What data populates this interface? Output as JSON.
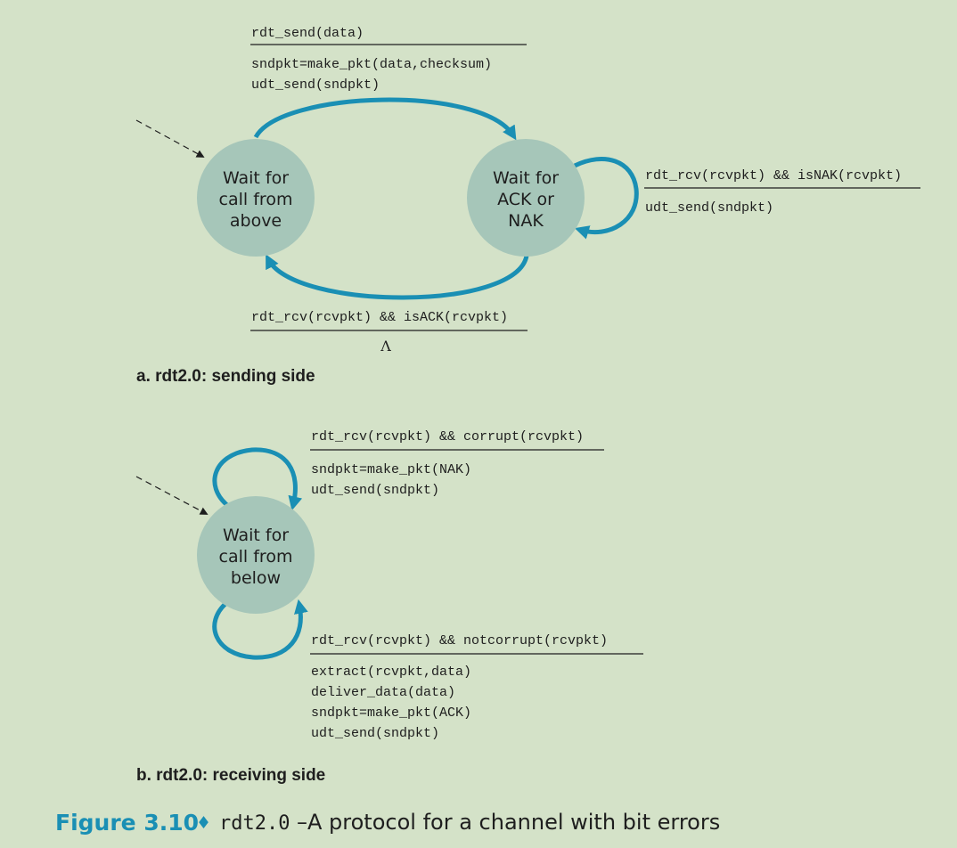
{
  "sending_side": {
    "states": {
      "wait_call_above": [
        "Wait for",
        "call from",
        "above"
      ],
      "wait_ack_nak": [
        "Wait for",
        "ACK or",
        "NAK"
      ]
    },
    "transitions": {
      "send": {
        "event": "rdt_send(data)",
        "actions": [
          "sndpkt=make_pkt(data,checksum)",
          "udt_send(sndpkt)"
        ]
      },
      "nak": {
        "event": "rdt_rcv(rcvpkt) && isNAK(rcvpkt)",
        "actions": [
          "udt_send(sndpkt)"
        ]
      },
      "ack": {
        "event": "rdt_rcv(rcvpkt) && isACK(rcvpkt)",
        "actions": [
          "Λ"
        ]
      }
    },
    "caption": "a.  rdt2.0: sending side"
  },
  "receiving_side": {
    "states": {
      "wait_call_below": [
        "Wait for",
        "call from",
        "below"
      ]
    },
    "transitions": {
      "corrupt": {
        "event": "rdt_rcv(rcvpkt) && corrupt(rcvpkt)",
        "actions": [
          "sndpkt=make_pkt(NAK)",
          "udt_send(sndpkt)"
        ]
      },
      "notcorrupt": {
        "event": "rdt_rcv(rcvpkt) && notcorrupt(rcvpkt)",
        "actions": [
          "extract(rcvpkt,data)",
          "deliver_data(data)",
          "sndpkt=make_pkt(ACK)",
          "udt_send(sndpkt)"
        ]
      }
    },
    "caption": "b.  rdt2.0: receiving side"
  },
  "figure_caption": {
    "number": "Figure 3.10",
    "separator": "♦",
    "code": "rdt2.0",
    "text": "–A protocol for a channel with bit errors"
  },
  "colors": {
    "background": "#d4e2c8",
    "state_fill": "#a6c6b9",
    "arrow": "#1a8fb4",
    "caption_accent": "#1a8fb4"
  }
}
